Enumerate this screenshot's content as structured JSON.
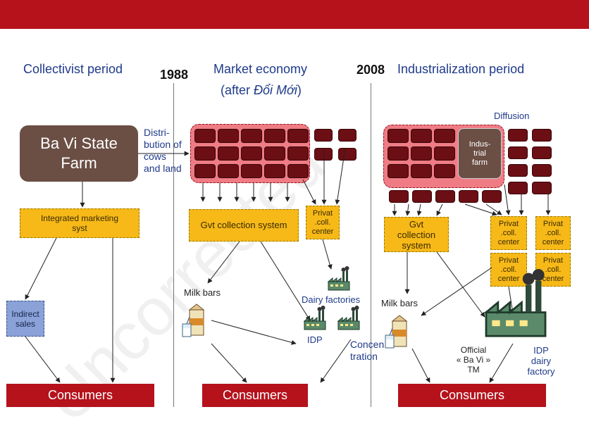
{
  "watermark": "Uncorrected",
  "periods": {
    "collectivist": "Collectivist period",
    "market_line1": "Market economy",
    "market_line2_prefix": "(after ",
    "market_line2_italic": "Đổi Mới",
    "market_line2_suffix": ")",
    "industrialization": "Industrialization period"
  },
  "years": {
    "y1988": "1988",
    "y2008": "2008"
  },
  "collectivist": {
    "farm_line1": "Ba Vi State",
    "farm_line2": "Farm",
    "distribution_lines": [
      "Distri-",
      "bution of",
      "cows",
      "and land"
    ],
    "integrated_line1": "Integrated marketing",
    "integrated_line2": "syst",
    "indirect_line1": "Indirect",
    "indirect_line2": "sales",
    "consumers": "Consumers"
  },
  "market": {
    "gvt": "Gvt collection system",
    "privat_lines": [
      "Privat",
      ".coll.",
      "center"
    ],
    "milk_bars": "Milk bars",
    "dairy_factories": "Dairy factories",
    "idp": "IDP",
    "concentration_line1": "Concen",
    "concentration_line2": "tration",
    "consumers": "Consumers"
  },
  "industrial": {
    "diffusion": "Diffusion",
    "indus_lines": [
      "Indus-",
      "trial",
      "farm"
    ],
    "gvt_lines": [
      "Gvt",
      "collection",
      "system"
    ],
    "privat_lines": [
      "Privat",
      ".coll.",
      "center"
    ],
    "milk_bars": "Milk bars",
    "official_lines": [
      "Official",
      "« Ba Vi »",
      "TM"
    ],
    "idp_lines": [
      "IDP",
      "dairy",
      "factory"
    ],
    "consumers": "Consumers"
  },
  "colors": {
    "brand_red": "#b5121b",
    "farm_brown": "#6b4f45",
    "cell_maroon": "#6b0f14",
    "zone_pink": "#ef7c85",
    "box_yellow": "#f6b918",
    "box_blue": "#8aa2d8",
    "label_blue": "#1f3a8a"
  }
}
